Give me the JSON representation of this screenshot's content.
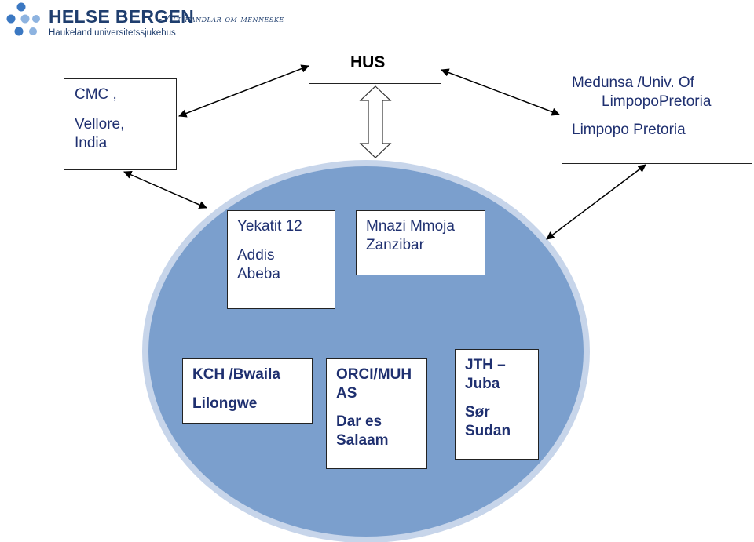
{
  "logo": {
    "name": "HELSE BERGEN",
    "tagline": "- Alt handlar om menneske",
    "subtitle": "Haukeland universitetssjukehus"
  },
  "nodes": {
    "hus": {
      "label": "HUS"
    },
    "cmc": {
      "line1": "CMC ,",
      "line2": "Vellore,",
      "line3": "India"
    },
    "medunsa": {
      "line1": "Medunsa /Univ. Of",
      "line2": "LimpopoPretoria",
      "line3": "Limpopo Pretoria"
    },
    "yekatit": {
      "line1": "Yekatit 12",
      "line2": "Addis",
      "line3": "Abeba"
    },
    "mnazi": {
      "line1": "Mnazi Mmoja",
      "line2": "Zanzibar"
    },
    "kch": {
      "line1": "KCH /Bwaila",
      "line2": "Lilongwe"
    },
    "orci": {
      "line1": "ORCI/MUH",
      "line2": "AS",
      "line3": "Dar es",
      "line4": "Salaam"
    },
    "jth": {
      "line1": "JTH –",
      "line2": "Juba",
      "line3": "Sør",
      "line4": "Sudan"
    }
  },
  "colors": {
    "circle_fill": "#7b9fcd",
    "circle_ring": "#c7d5ea",
    "text_navy": "#1f3070",
    "logo_navy": "#1f3e6e"
  }
}
